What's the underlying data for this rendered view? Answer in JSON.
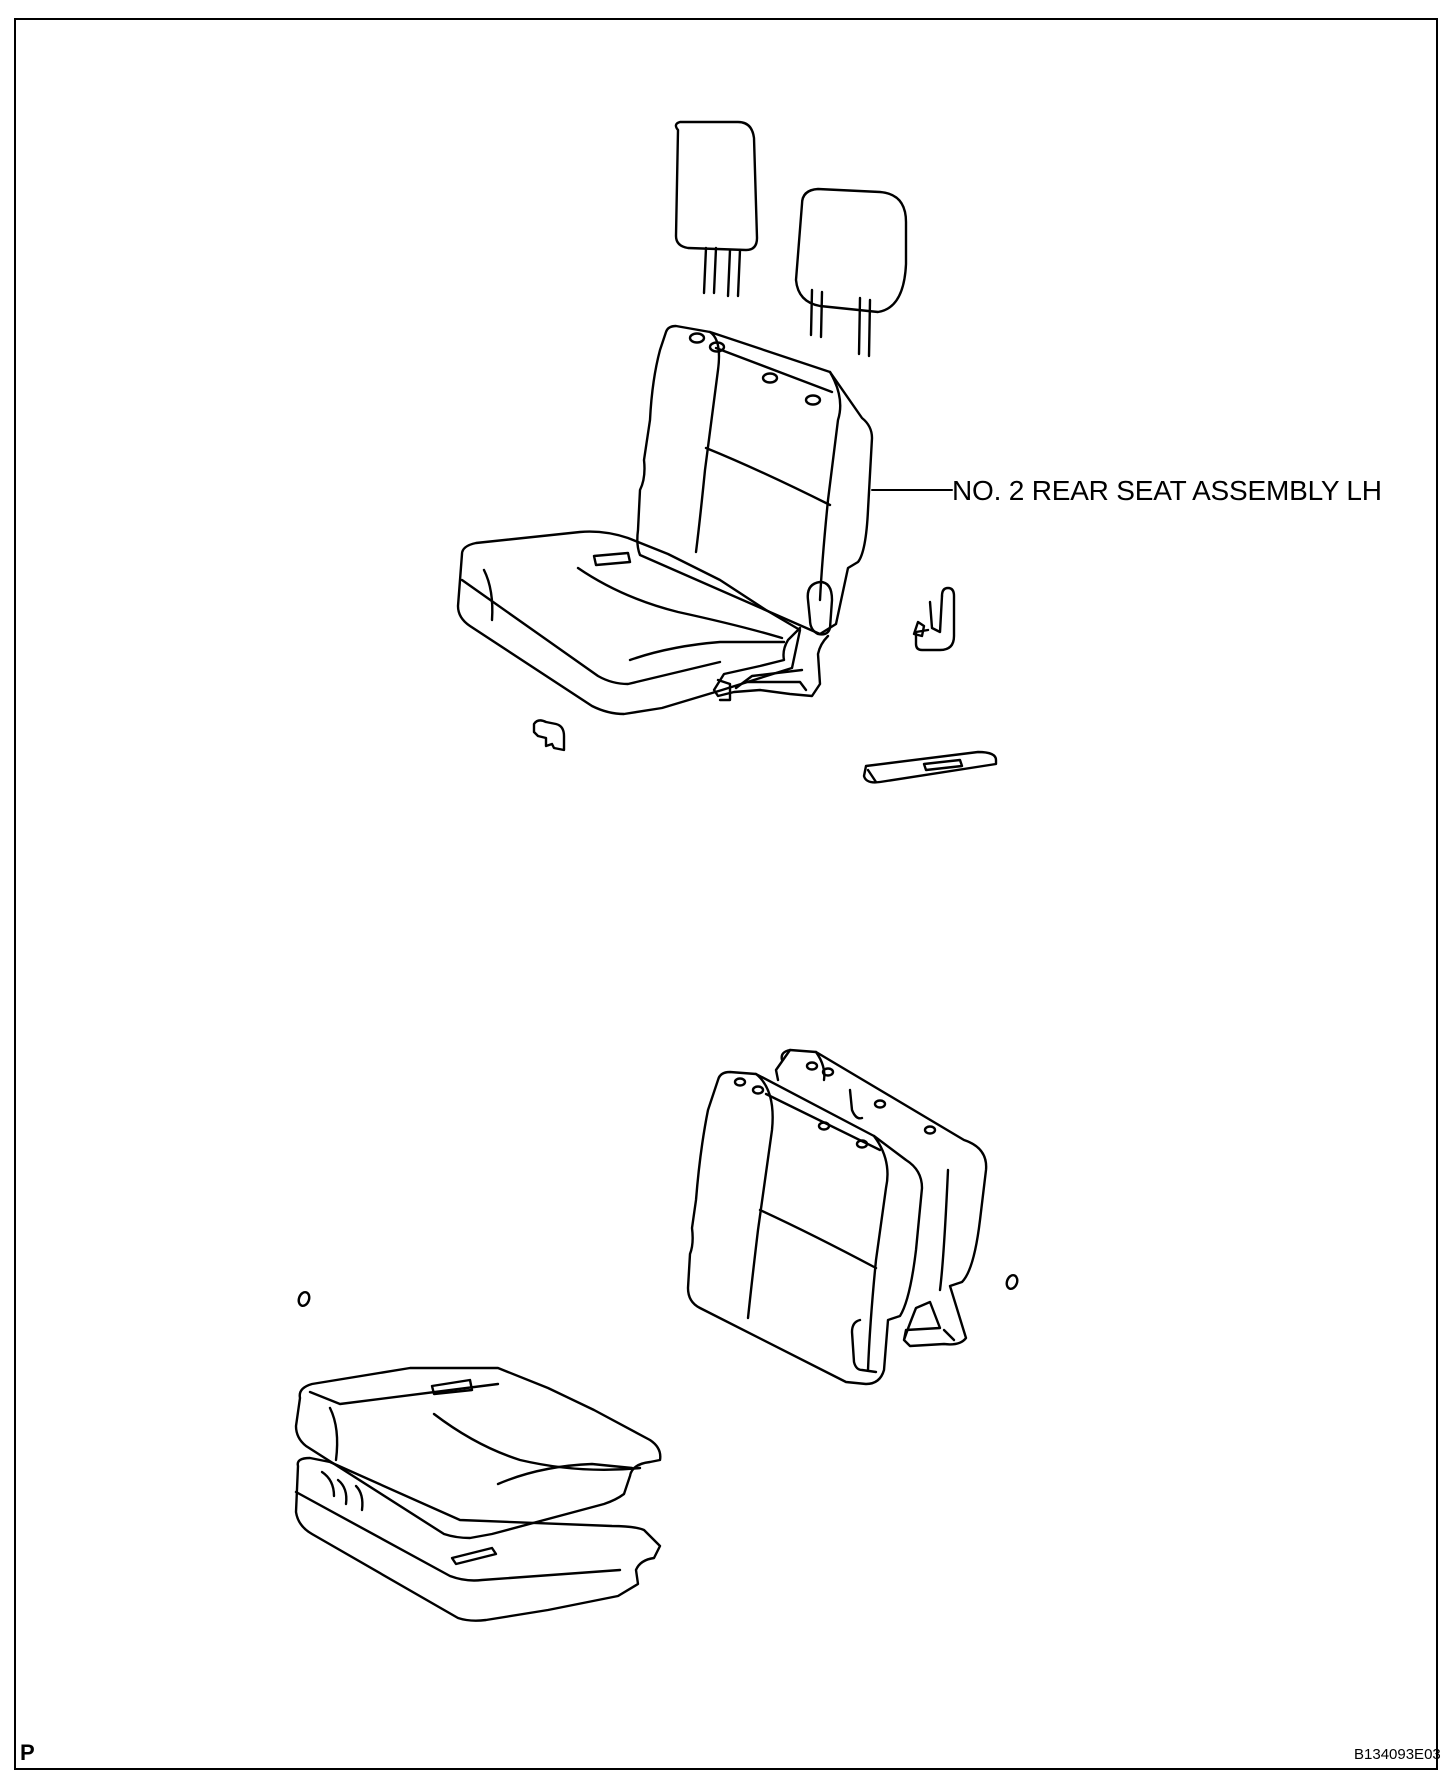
{
  "callout_label": "NO. 2 REAR SEAT ASSEMBLY LH",
  "corner_mark": "P",
  "figure_id": "B134093E03"
}
